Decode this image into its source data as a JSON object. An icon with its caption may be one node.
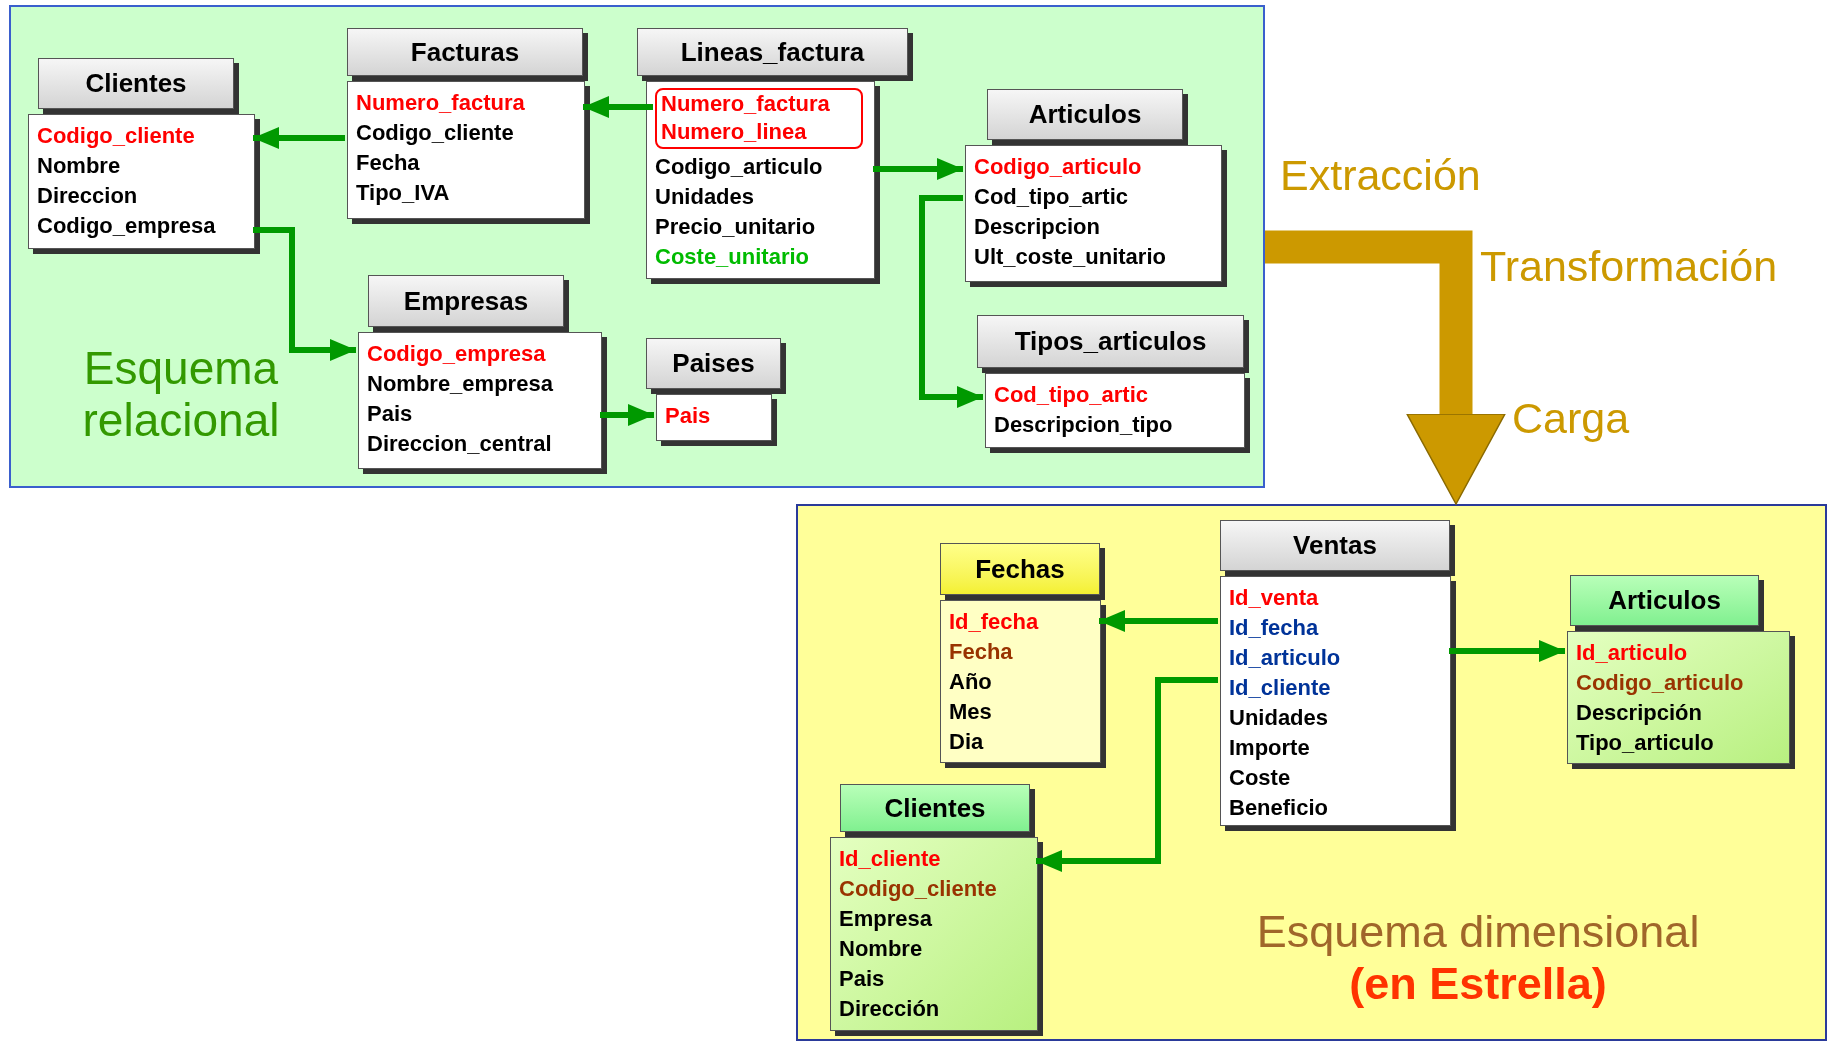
{
  "diagram": {
    "nodes": [
      {
        "text": [
          "Esquema relacional"
        ]
      },
      {
        "text": [
          "Clientes",
          "Codigo_cliente",
          "Nombre",
          "Direccion",
          "Codigo_empresa"
        ],
        "in": 0
      },
      {
        "text": [
          "Facturas",
          "Numero_factura",
          "Codigo_cliente",
          "Fecha",
          "Tipo_IVA"
        ],
        "in": 0
      },
      {
        "text": [
          "Lineas_factura",
          "Codigo_articulo",
          "Unidades",
          "Precio_unitario",
          "Coste_unitario"
        ],
        "in": 0
      },
      {
        "text": [
          "Numero_factura",
          "Numero_linea"
        ],
        "in": 3
      },
      {
        "text": [
          "Articulos",
          "Codigo_articulo",
          "Cod_tipo_artic",
          "Descripcion",
          "Ult_coste_unitario"
        ],
        "in": 0
      },
      {
        "text": [
          "Empresas",
          "Codigo_empresa",
          "Nombre_empresa",
          "Pais",
          "Direccion_central"
        ],
        "in": 0
      },
      {
        "text": [
          "Paises",
          "Pais"
        ],
        "in": 0
      },
      {
        "text": [
          "Tipos_articulos",
          "Cod_tipo_artic",
          "Descripcion_tipo"
        ],
        "in": 0
      },
      {
        "text": [
          "Esquema dimensional",
          "(en Estrella)"
        ]
      },
      {
        "text": [
          "Fechas",
          "Id_fecha",
          "Fecha",
          "Año",
          "Mes",
          "Dia"
        ],
        "in": 9
      },
      {
        "text": [
          "Ventas",
          "Id_venta",
          "Id_fecha",
          "Id_articulo",
          "Id_cliente",
          "Unidades",
          "Importe",
          "Coste",
          "Beneficio"
        ],
        "in": 9
      },
      {
        "text": [
          "Articulos",
          "Id_articulo",
          "Codigo_articulo",
          "Descripción",
          "Tipo_articulo"
        ],
        "in": 9
      },
      {
        "text": [
          "Clientes",
          "Id_cliente",
          "Codigo_cliente",
          "Empresa",
          "Nombre",
          "Pais",
          "Dirección"
        ],
        "in": 9
      }
    ],
    "edges": [
      {
        "from": 2,
        "to": 1,
        "arrow": "to"
      },
      {
        "from": 4,
        "to": 2,
        "arrow": "to"
      },
      {
        "from": 3,
        "to": 5,
        "arrow": "to"
      },
      {
        "from": 1,
        "to": 6,
        "arrow": "to"
      },
      {
        "from": 6,
        "to": 7,
        "arrow": "to"
      },
      {
        "from": 5,
        "to": 8,
        "arrow": "to"
      },
      {
        "from": 11,
        "to": 10,
        "arrow": "to"
      },
      {
        "from": 11,
        "to": 12,
        "arrow": "to"
      },
      {
        "from": 11,
        "to": 13,
        "arrow": "to"
      },
      {
        "from": 0,
        "to": 9,
        "arrow": "to",
        "style": "thick",
        "color": "#cc9900"
      }
    ],
    "labels": [
      "Extracción",
      "Transformación",
      "Carga"
    ]
  }
}
